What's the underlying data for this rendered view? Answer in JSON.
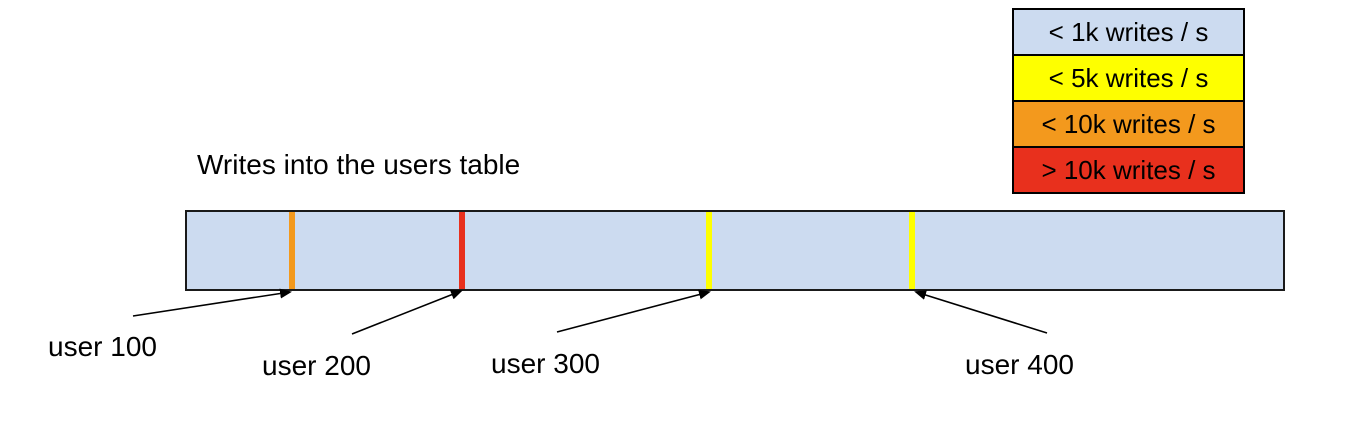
{
  "diagram": {
    "title": "Writes into the users table",
    "legend": {
      "items": [
        {
          "label": "< 1k writes / s",
          "color": "#ccdbf0"
        },
        {
          "label": "< 5k writes / s",
          "color": "#feff00"
        },
        {
          "label": "< 10k writes / s",
          "color": "#f3991d"
        },
        {
          "label": "> 10k writes / s",
          "color": "#e8301d"
        }
      ]
    },
    "bar": {
      "fill": "#ccdbf0",
      "markers": [
        {
          "user": "user 100",
          "rate_band": "< 10k writes / s",
          "color": "#f3991d"
        },
        {
          "user": "user 200",
          "rate_band": "> 10k writes / s",
          "color": "#e8301d"
        },
        {
          "user": "user 300",
          "rate_band": "< 5k writes / s",
          "color": "#feff00"
        },
        {
          "user": "user 400",
          "rate_band": "< 5k writes / s",
          "color": "#feff00"
        }
      ]
    },
    "labels": [
      "user 100",
      "user 200",
      "user 300",
      "user 400"
    ]
  }
}
